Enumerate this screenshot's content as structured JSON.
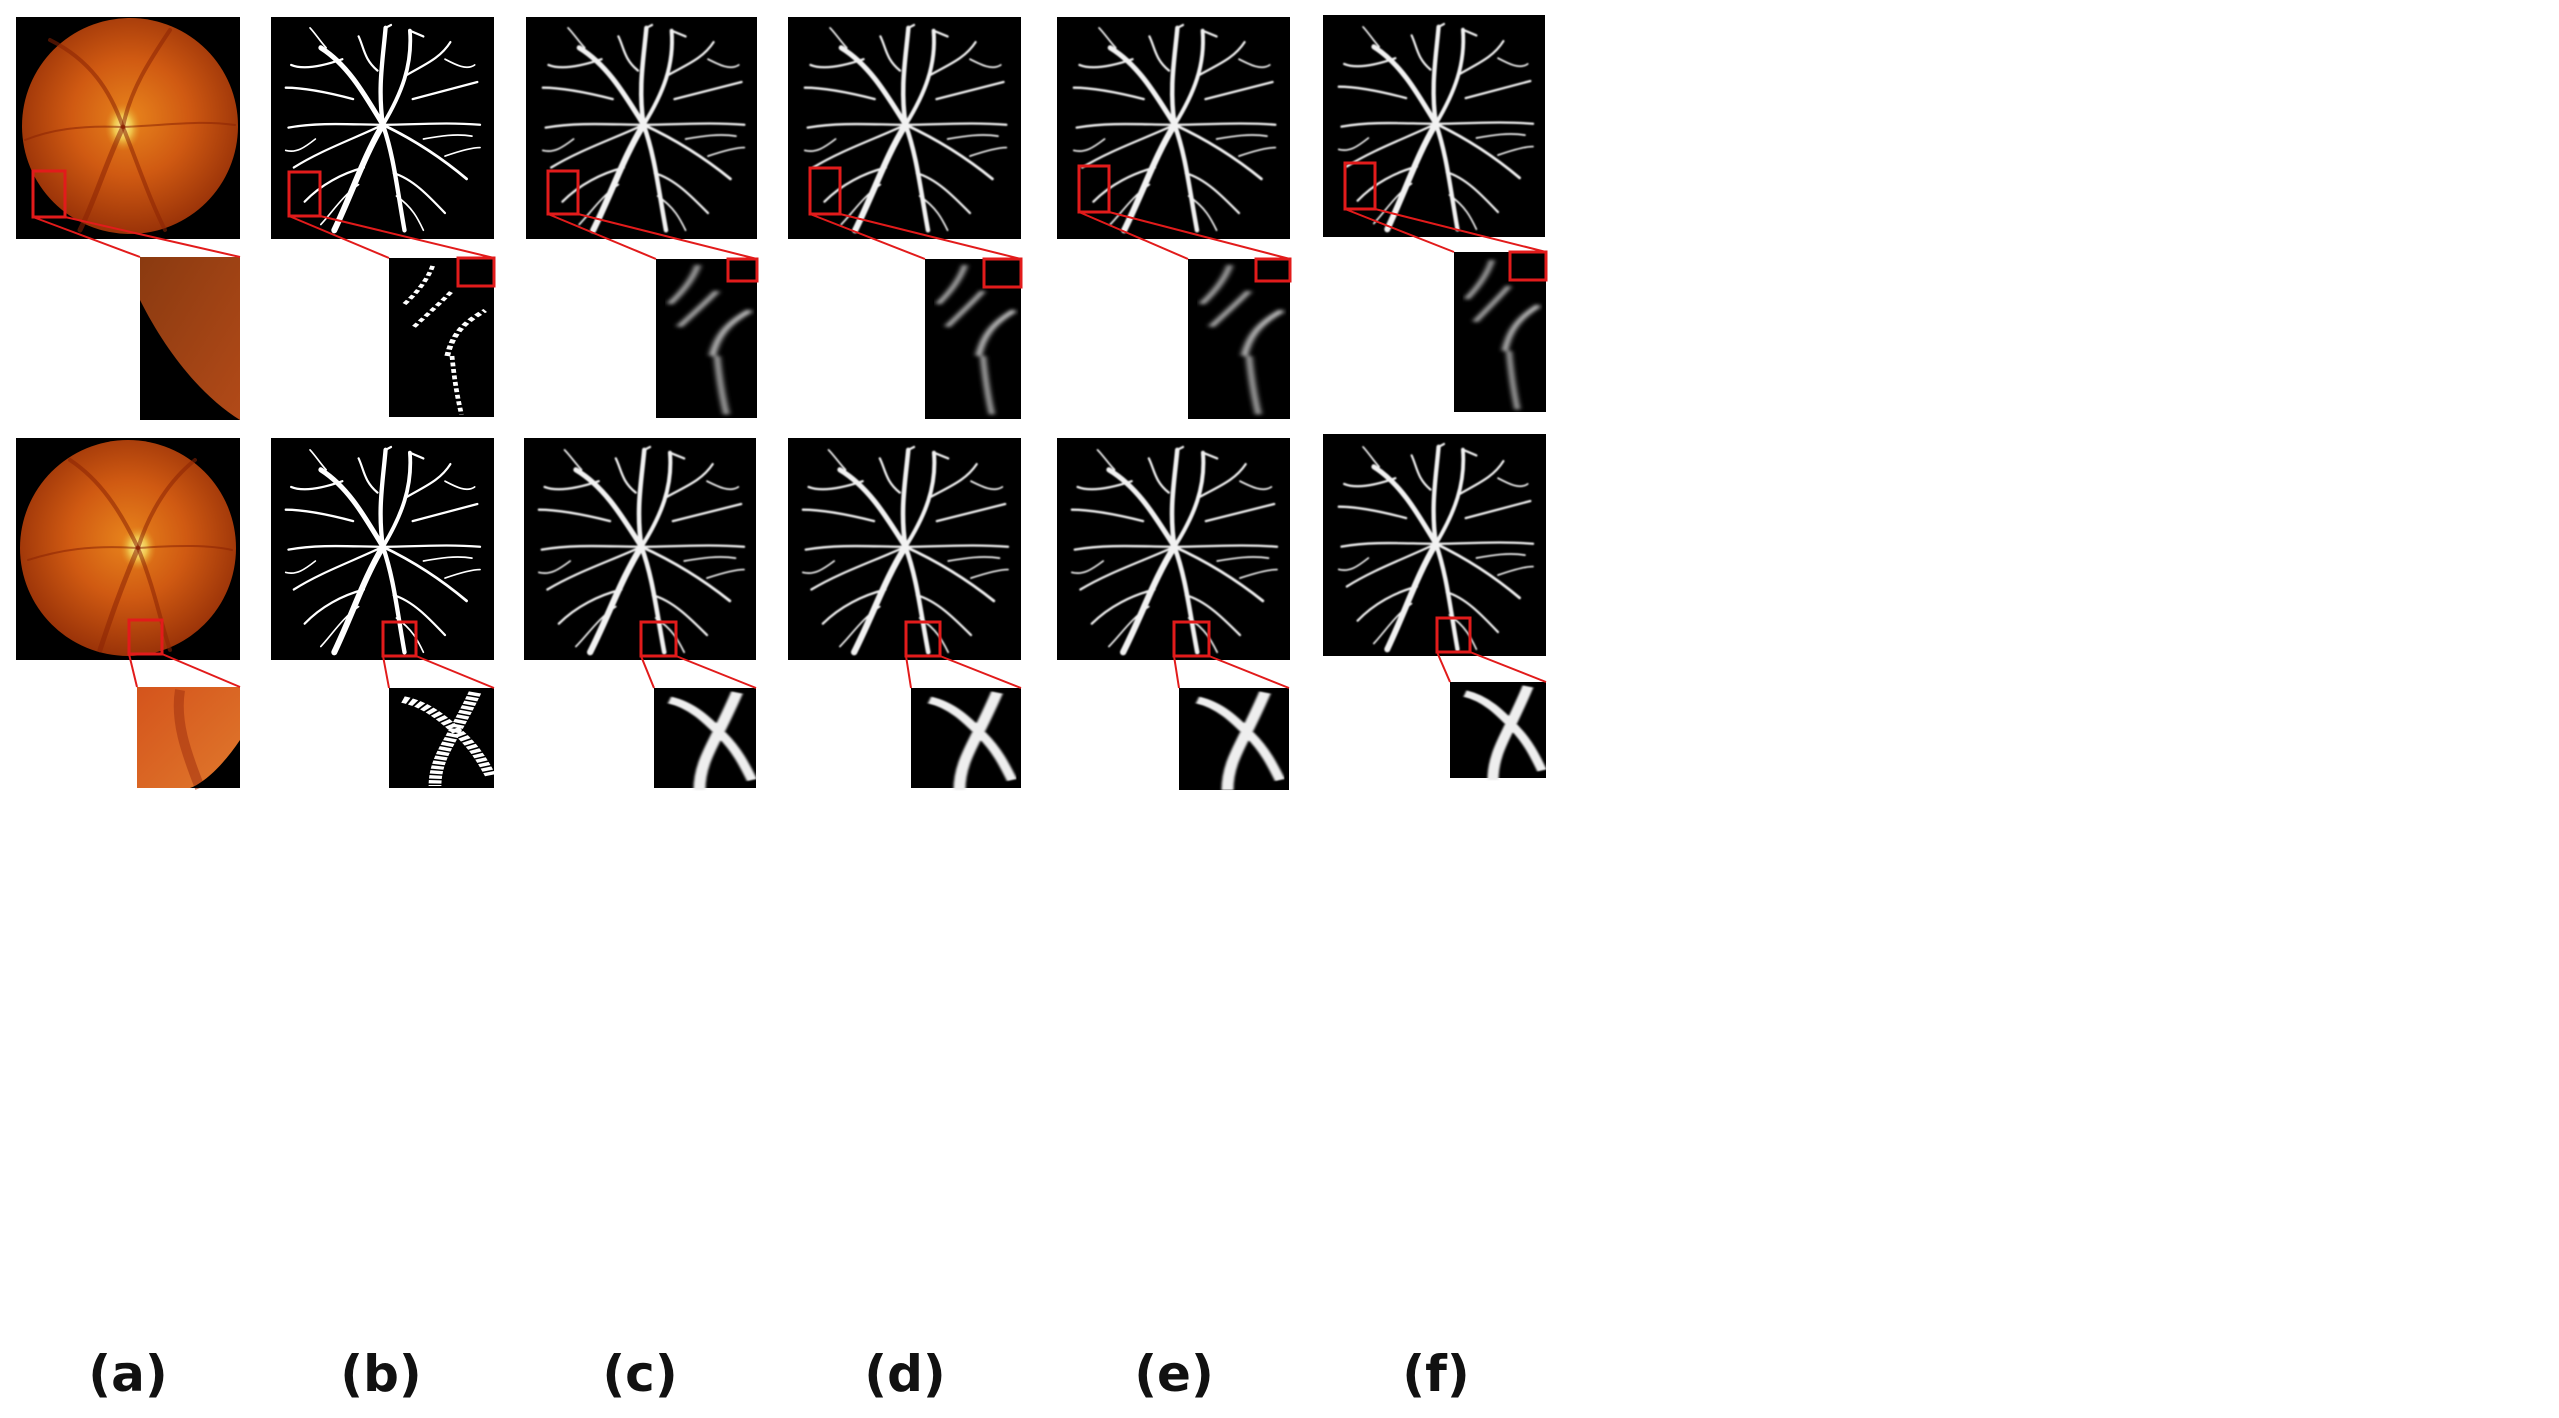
{
  "figure": {
    "panel_labels": [
      "(a)",
      "(b)",
      "(c)",
      "(d)",
      "(e)",
      "(f)"
    ],
    "highlight_color": "#e21b1b",
    "fundus_color": "#c9460f",
    "background_color": "#000000",
    "rows": 2,
    "columns": [
      "fundus-image",
      "ground-truth",
      "method-c",
      "method-d",
      "method-e",
      "method-f"
    ]
  }
}
